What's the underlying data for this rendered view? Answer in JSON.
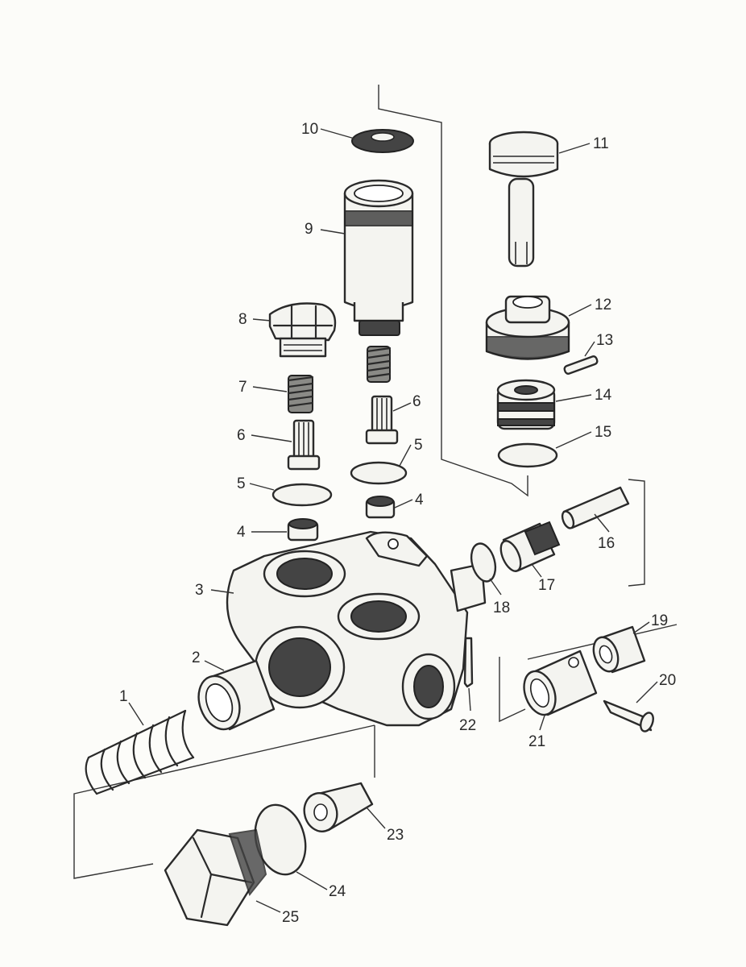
{
  "labels": {
    "p1": "1",
    "p2": "2",
    "p3": "3",
    "p4a": "4",
    "p4b": "4",
    "p5a": "5",
    "p5b": "5",
    "p6a": "6",
    "p6b": "6",
    "p7": "7",
    "p8": "8",
    "p9": "9",
    "p10": "10",
    "p11": "11",
    "p12": "12",
    "p13": "13",
    "p14": "14",
    "p15": "15",
    "p16": "16",
    "p17": "17",
    "p18": "18",
    "p19": "19",
    "p20": "20",
    "p21": "21",
    "p22": "22",
    "p23": "23",
    "p24": "24",
    "p25": "25"
  },
  "colors": {
    "ink": "#2a2a2a",
    "paper": "#fcfcf9",
    "shade": "#444444"
  }
}
